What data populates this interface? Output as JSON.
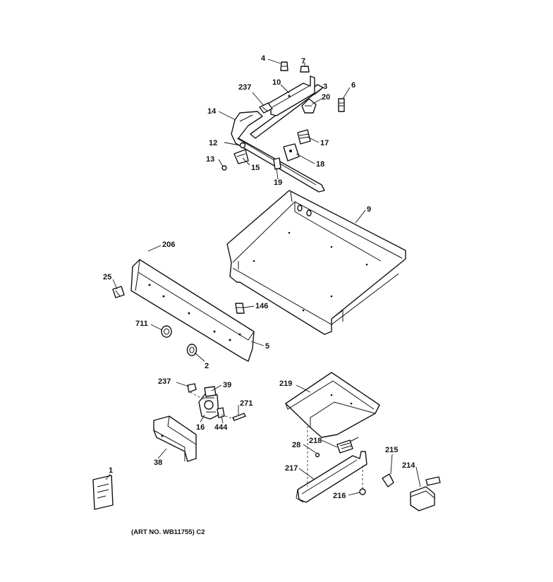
{
  "labels": {
    "p4": "4",
    "p7": "7",
    "p10": "10",
    "p3": "3",
    "p237a": "237",
    "p20": "20",
    "p6": "6",
    "p14": "14",
    "p17": "17",
    "p12": "12",
    "p18": "18",
    "p13": "13",
    "p15": "15",
    "p19": "19",
    "p9": "9",
    "p206": "206",
    "p25": "25",
    "p146": "146",
    "p711": "711",
    "p5": "5",
    "p2": "2",
    "p237b": "237",
    "p39": "39",
    "p271": "271",
    "p16": "16",
    "p444": "444",
    "p38": "38",
    "p219": "219",
    "p28": "28",
    "p218": "218",
    "p215": "215",
    "p217": "217",
    "p214": "214",
    "p216": "216",
    "p1": "1"
  },
  "art_number": "(ART NO. WB11755) C2"
}
